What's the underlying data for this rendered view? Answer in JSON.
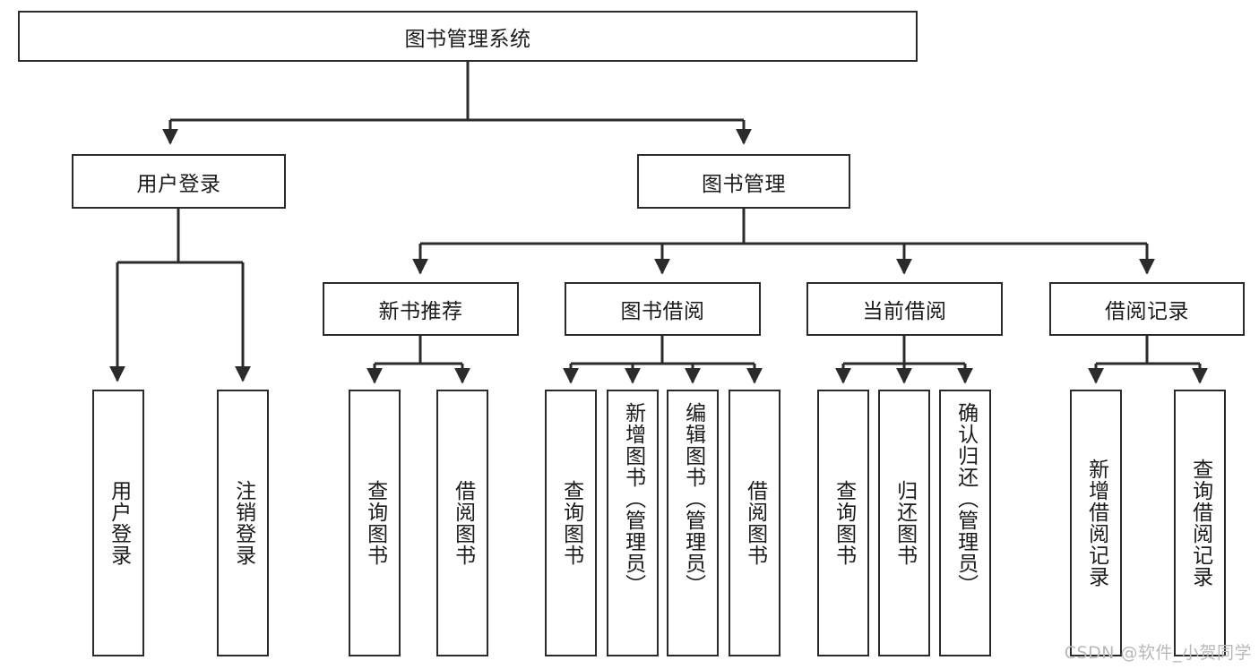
{
  "diagram": {
    "title": "图书管理系统",
    "type": "tree-hierarchy-diagram",
    "colors": {
      "node_border": "#2b2b2b",
      "node_fill": "#ffffff",
      "connector": "#2b2b2b",
      "text": "#1b1b1b",
      "watermark": "#b8b8b8",
      "background": "#ffffff"
    },
    "root": {
      "label": "图书管理系统"
    },
    "level2": [
      {
        "label": "用户登录"
      },
      {
        "label": "图书管理"
      }
    ],
    "level3": [
      {
        "label": "新书推荐"
      },
      {
        "label": "图书借阅"
      },
      {
        "label": "当前借阅"
      },
      {
        "label": "借阅记录"
      }
    ],
    "leaves": {
      "user_login": [
        {
          "label": "用户登录"
        },
        {
          "label": "注销登录"
        }
      ],
      "new_book_recommend": [
        {
          "label": "查询图书"
        },
        {
          "label": "借阅图书"
        }
      ],
      "book_borrow": [
        {
          "label": "查询图书"
        },
        {
          "label": "新增图书（管理员）"
        },
        {
          "label": "编辑图书（管理员）"
        },
        {
          "label": "借阅图书"
        }
      ],
      "current_borrow": [
        {
          "label": "查询图书"
        },
        {
          "label": "归还图书"
        },
        {
          "label": "确认归还（管理员）"
        }
      ],
      "borrow_record": [
        {
          "label": "新增借阅记录"
        },
        {
          "label": "查询借阅记录"
        }
      ]
    }
  },
  "watermark": {
    "text": "CSDN @软件_小贺同学"
  }
}
